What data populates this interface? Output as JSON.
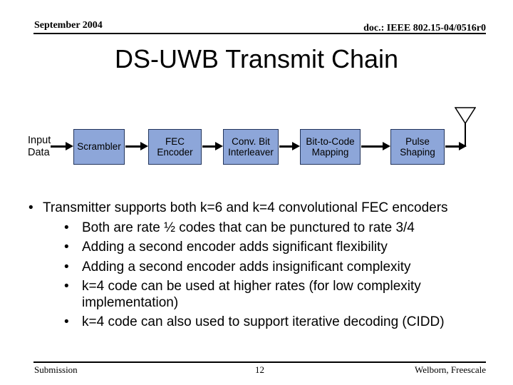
{
  "header": {
    "date": "September 2004",
    "doc": "doc.: IEEE 802.15-04/0516r0"
  },
  "title": "DS-UWB Transmit Chain",
  "diagram": {
    "input_label": "Input Data",
    "blocks": [
      "Scrambler",
      "FEC Encoder",
      "Conv. Bit Interleaver",
      "Bit-to-Code Mapping",
      "Pulse Shaping"
    ],
    "block_fill": "#8da6d9",
    "block_border": "#23355c",
    "arrow_color": "#000000",
    "antenna": "antenna-symbol"
  },
  "bullets": {
    "marker": "•",
    "items": [
      {
        "level": 1,
        "text": "Transmitter supports both k=6 and k=4 convolutional FEC encoders"
      },
      {
        "level": 2,
        "text": "Both are rate ½ codes that can be punctured to rate 3/4"
      },
      {
        "level": 2,
        "text": "Adding a second encoder adds significant flexibility"
      },
      {
        "level": 2,
        "text": "Adding a second encoder adds insignificant complexity"
      },
      {
        "level": 2,
        "text": "k=4 code can be used at higher rates (for low complexity implementation)"
      },
      {
        "level": 2,
        "text": "k=4 code can also used to support iterative decoding (CIDD)"
      }
    ]
  },
  "footer": {
    "left": "Submission",
    "page": "12",
    "right": "Welborn, Freescale"
  }
}
